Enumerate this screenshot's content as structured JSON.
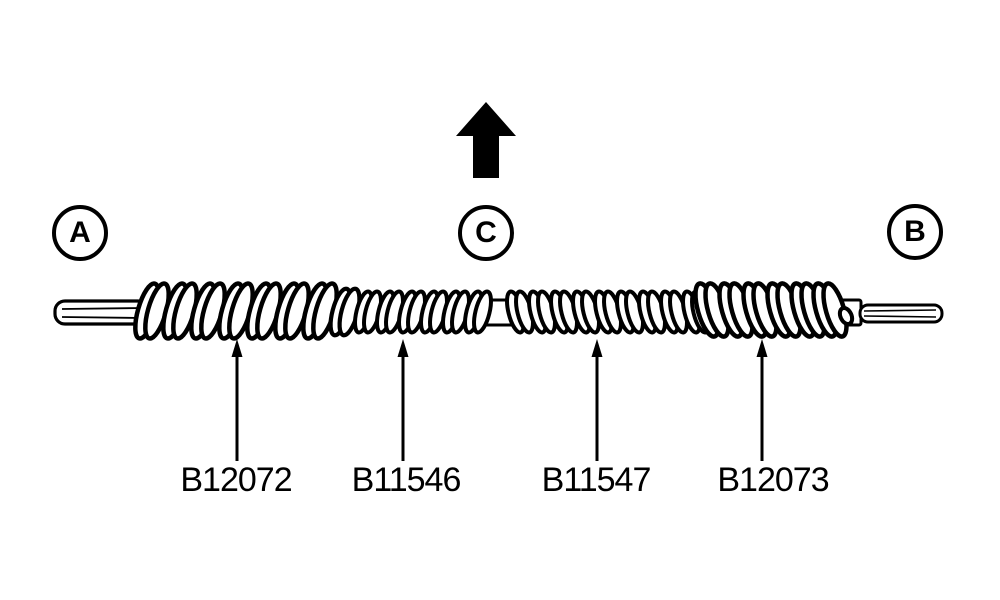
{
  "diagram": {
    "reference_letters": [
      {
        "label": "A"
      },
      {
        "label": "C"
      },
      {
        "label": "B"
      }
    ],
    "part_callouts": [
      {
        "label": "B12072"
      },
      {
        "label": "B11546"
      },
      {
        "label": "B11547"
      },
      {
        "label": "B12073"
      }
    ],
    "icons": {
      "direction_arrow": "up-arrow"
    },
    "colors": {
      "ink": "#000000",
      "background": "#ffffff"
    }
  }
}
